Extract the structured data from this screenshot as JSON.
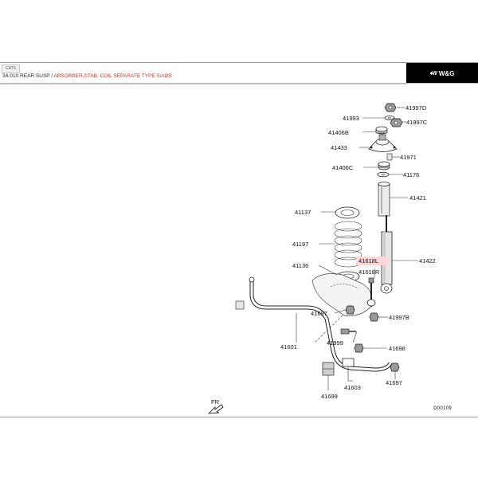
{
  "header": {
    "catalog_tab": "CATS",
    "breadcrumb_main": "34-010  REAR SUSP / ",
    "breadcrumb_sub": "ABSORBER,STAB. COIL SEPARATE TYPE S/ABS",
    "brand_glyph": "♦W",
    "brand_name": "W&G"
  },
  "diagram": {
    "highlight_color": "#ffd6da",
    "direction_label": "FR",
    "drawing_code": "D00109",
    "parts": {
      "p41997D": "41997D",
      "p41993": "41993",
      "p41997C": "41997C",
      "p41406B": "41406B",
      "p41433": "41433",
      "p41971": "41971",
      "p41406C": "41406C",
      "p41176": "41176",
      "p41421": "41421",
      "p41137": "41137",
      "p41197": "41197",
      "p41136": "41136",
      "p41618L": "41618L",
      "p41618R": "41618R",
      "p41422": "41422",
      "p41697a": "41697",
      "p41997B": "41997B",
      "p41601": "41601",
      "p41999": "41999",
      "p41698": "41698",
      "p41603": "41603",
      "p41697b": "41697",
      "p41699": "41699"
    }
  }
}
